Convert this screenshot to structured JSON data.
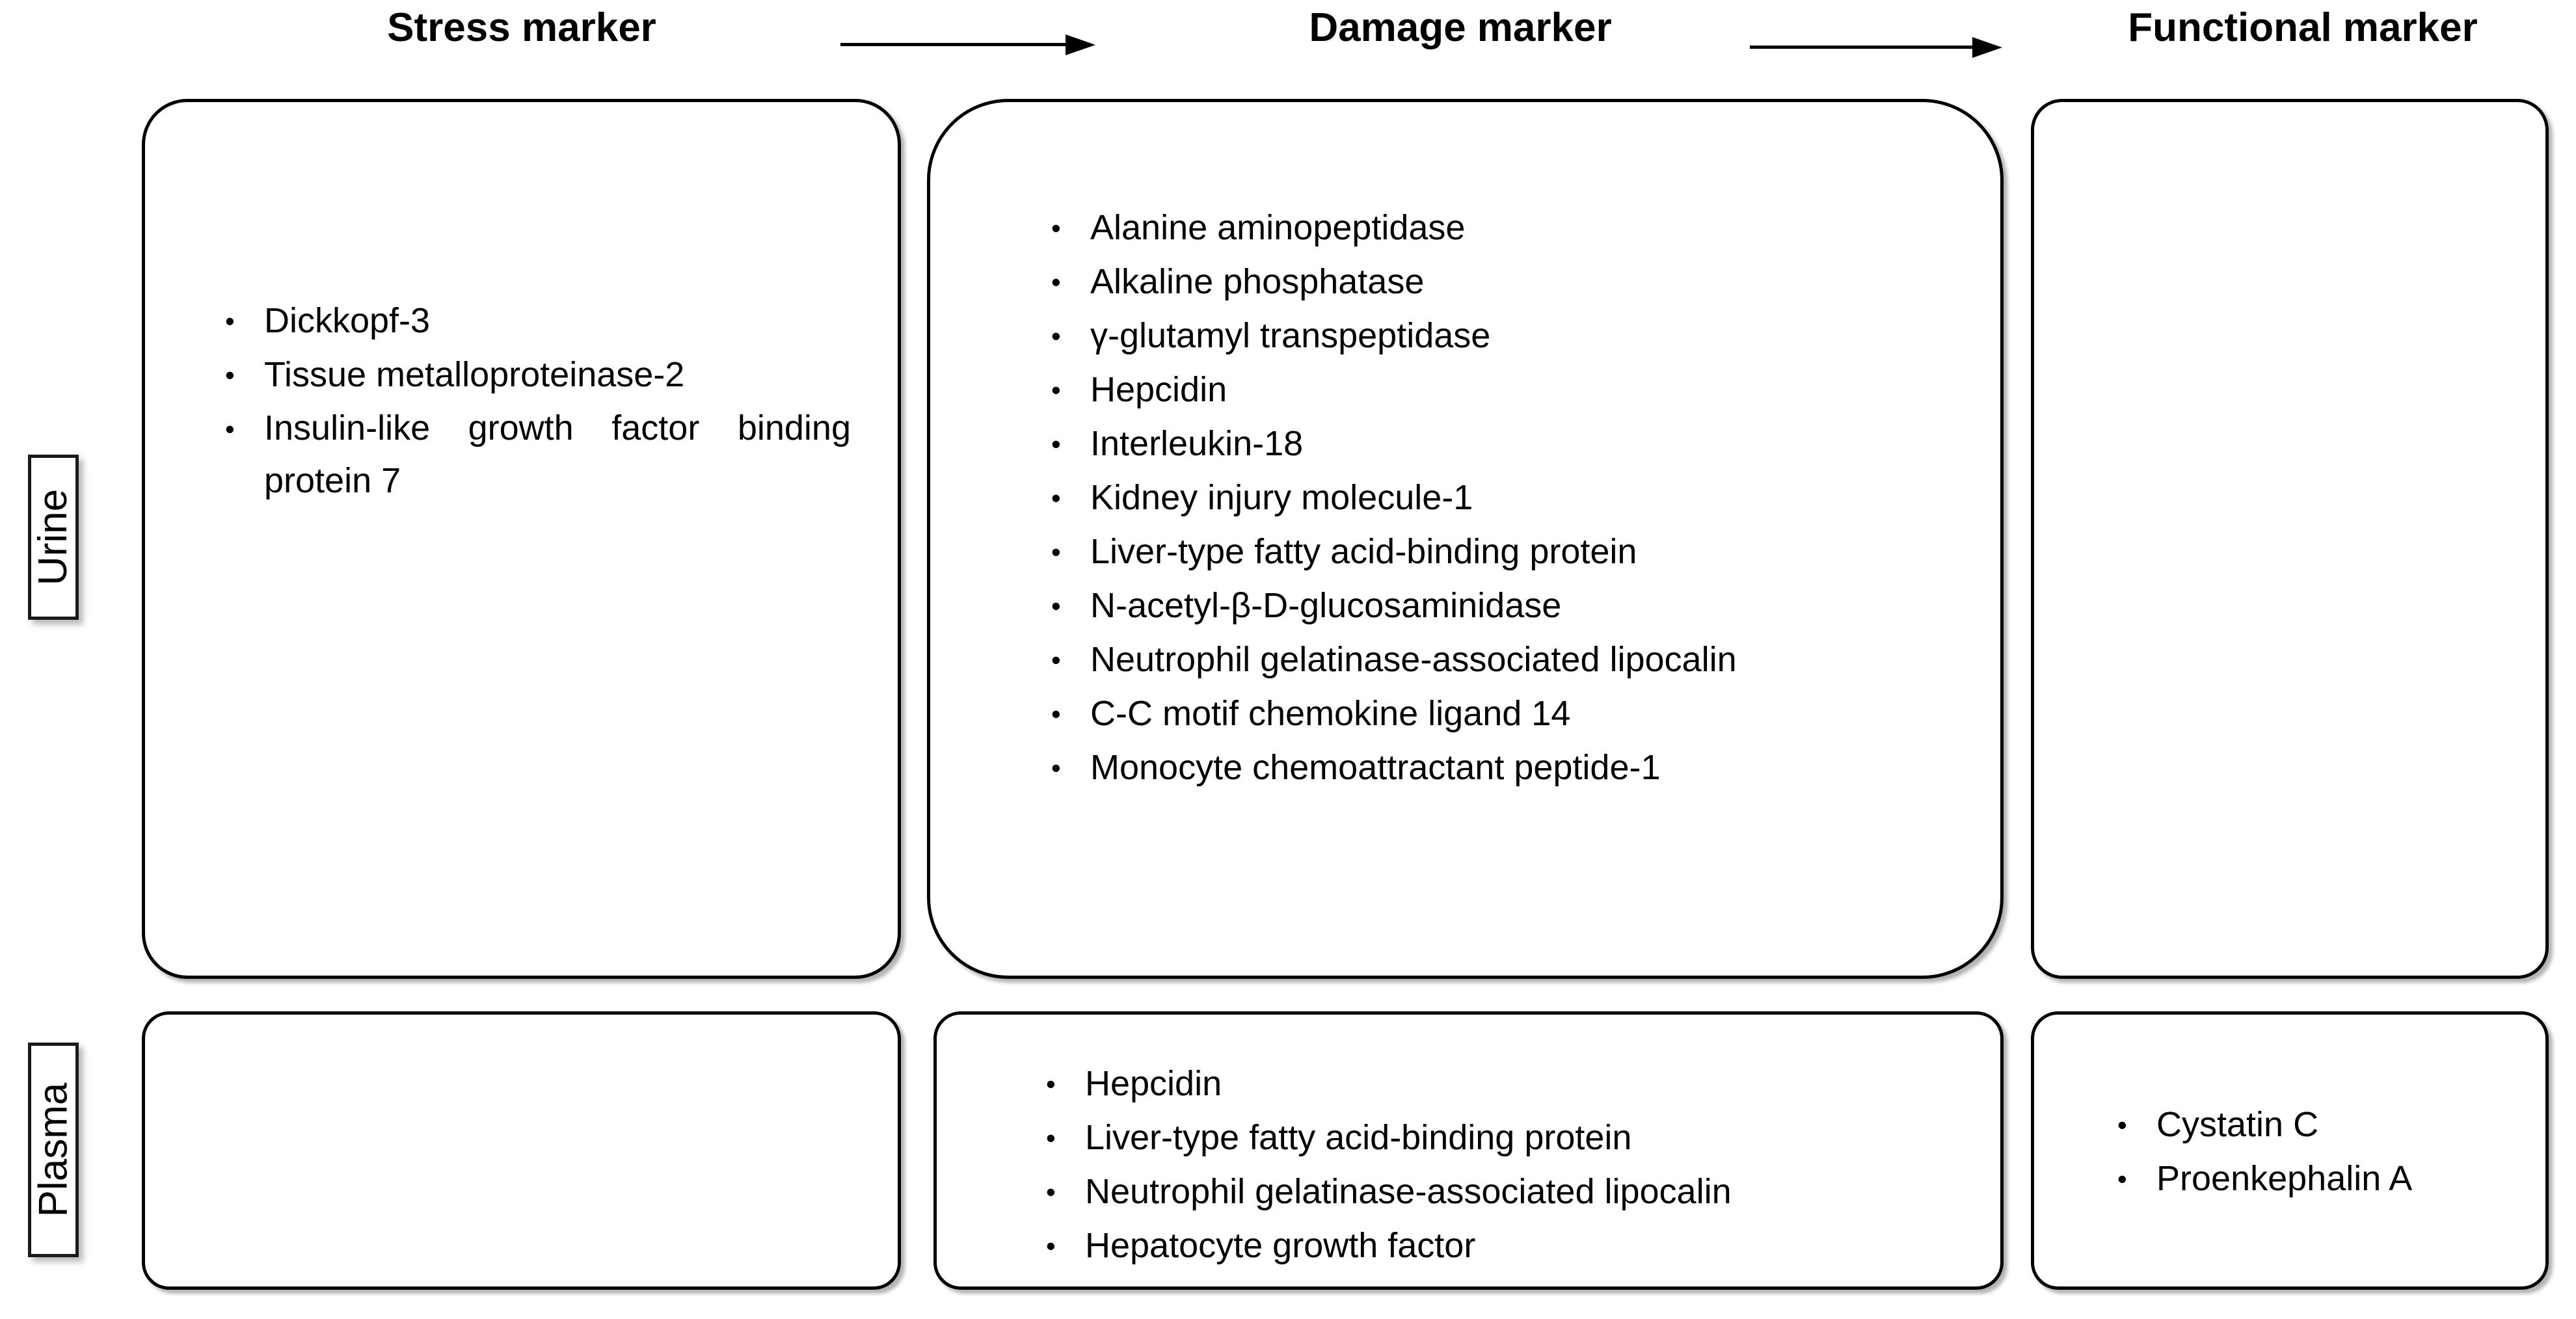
{
  "headers": {
    "stress": "Stress marker",
    "damage": "Damage marker",
    "functional": "Functional marker"
  },
  "arrows": [
    {
      "name": "stress-to-damage-arrow",
      "direction": "right"
    },
    {
      "name": "damage-to-functional-arrow",
      "direction": "right"
    }
  ],
  "rows": [
    {
      "label": "Urine",
      "cells": {
        "stress": [
          "Dickkopf-3",
          "Tissue metalloproteinase-2",
          "Insulin-like growth factor binding protein 7"
        ],
        "damage": [
          "Alanine aminopeptidase",
          "Alkaline phosphatase",
          "γ-glutamyl transpeptidase",
          "Hepcidin",
          "Interleukin-18",
          "Kidney injury molecule-1",
          "Liver-type fatty acid-binding protein",
          "N-acetyl-β-D-glucosaminidase",
          "Neutrophil gelatinase-associated lipocalin",
          "C-C motif chemokine ligand 14",
          "Monocyte chemoattractant peptide-1"
        ],
        "functional": []
      }
    },
    {
      "label": "Plasma",
      "cells": {
        "stress": [],
        "damage": [
          "Hepcidin",
          "Liver-type fatty acid-binding protein",
          "Neutrophil gelatinase-associated lipocalin",
          "Hepatocyte growth factor"
        ],
        "functional": [
          "Cystatin C",
          "Proenkephalin A"
        ]
      }
    }
  ],
  "colors": {
    "background": "#ffffff",
    "stroke": "#000000",
    "text": "#000000"
  }
}
